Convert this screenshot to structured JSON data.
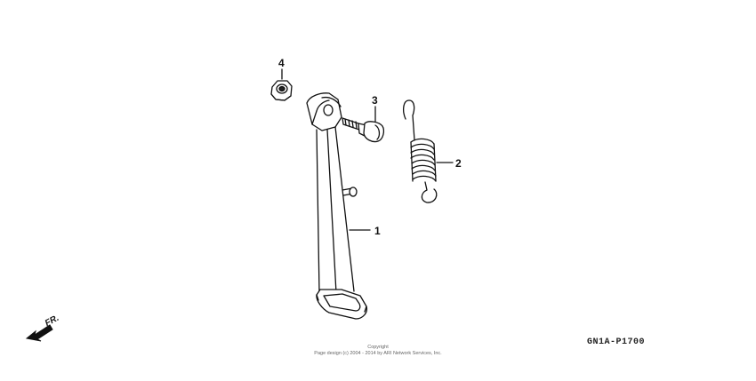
{
  "callouts": {
    "side_stand": "1",
    "spring": "2",
    "bolt": "3",
    "nut": "4"
  },
  "front_indicator": {
    "label": "FR.",
    "icon": "front-arrow-icon"
  },
  "diagram_code": "GN1A-P1700",
  "copyright": {
    "line1": "Copyright",
    "line2": "Page design (c) 2004 - 2014 by ARI Network Services, Inc."
  },
  "colors": {
    "line": "#111111",
    "background": "#ffffff"
  }
}
